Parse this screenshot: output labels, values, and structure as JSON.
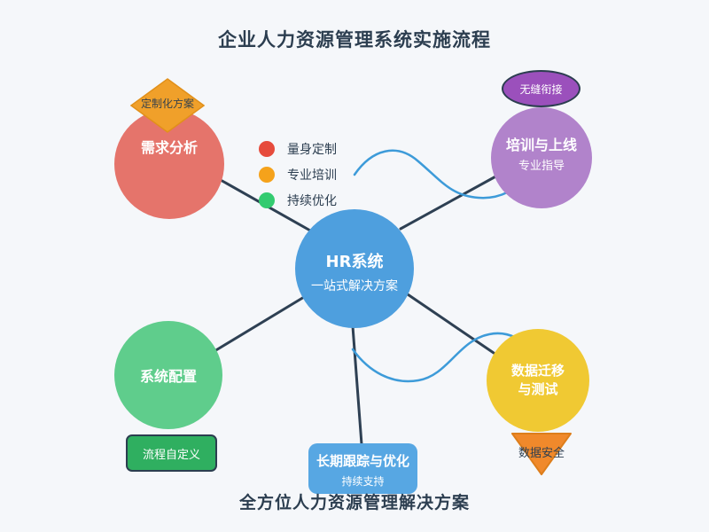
{
  "title": "企业人力资源管理系统实施流程",
  "footer": "全方位人力资源管理解决方案",
  "center_node": {
    "title": "HR系统",
    "subtitle": "一站式解决方案",
    "color": "#4E9FDE"
  },
  "nodes": {
    "analysis": {
      "label": "需求分析",
      "color": "#E5746B",
      "badge": "定制化方案",
      "badge_color": "#F0A02A",
      "badge_shape": "diamond"
    },
    "training": {
      "label": "培训与上线",
      "subtitle": "专业指导",
      "color": "#B183CB",
      "badge": "无缝衔接",
      "badge_color": "#9B50BC",
      "badge_shape": "ellipse"
    },
    "config": {
      "label": "系统配置",
      "color": "#5FCD8C",
      "badge": "流程自定义",
      "badge_color": "#2FAF60",
      "badge_shape": "rounded-rect"
    },
    "migration": {
      "label_line1": "数据迁移",
      "label_line2": "与测试",
      "color": "#F0C933",
      "badge": "数据安全",
      "badge_color": "#F0892B",
      "badge_shape": "triangle-down"
    },
    "tracking": {
      "label": "长期跟踪与优化",
      "subtitle": "持续支持",
      "color": "#57A7E3",
      "shape": "rounded-rect"
    }
  },
  "legend": {
    "items": [
      {
        "label": "量身定制",
        "color": "#E64B3C"
      },
      {
        "label": "专业培训",
        "color": "#F5A21B"
      },
      {
        "label": "持续优化",
        "color": "#33CB70"
      }
    ]
  },
  "style": {
    "background": "#F5F7FA",
    "text_dark": "#2C3E50",
    "connector_color": "#2E4053",
    "curve_color": "#3D9BD9"
  }
}
